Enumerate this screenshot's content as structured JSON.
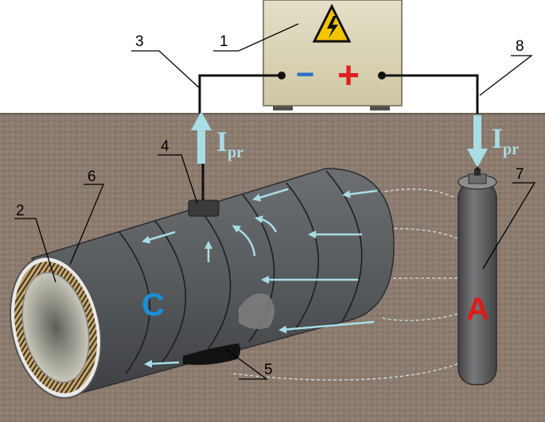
{
  "labels": {
    "n1": "1",
    "n2": "2",
    "n3": "3",
    "n4": "4",
    "n5": "5",
    "n6": "6",
    "n7": "7",
    "n8": "8"
  },
  "current": {
    "main": "I",
    "sub": "pr"
  },
  "cathode_letter": "C",
  "anode_letter": "A",
  "polarity": {
    "minus": "−",
    "plus": "+"
  },
  "colors": {
    "soil": "#8b7b6e",
    "pipe": "#5b5e61",
    "anode": "#5f6163",
    "current_arrows": "#a9dde6",
    "minus": "#2f6fc4",
    "plus": "#e02020",
    "cathode_letter": "#1a8fd8",
    "anode_letter": "#e01a1a",
    "rectifier_box": "#dcd6ba"
  },
  "icons": {
    "rectifier_symbol": "high-voltage-warning-icon"
  }
}
